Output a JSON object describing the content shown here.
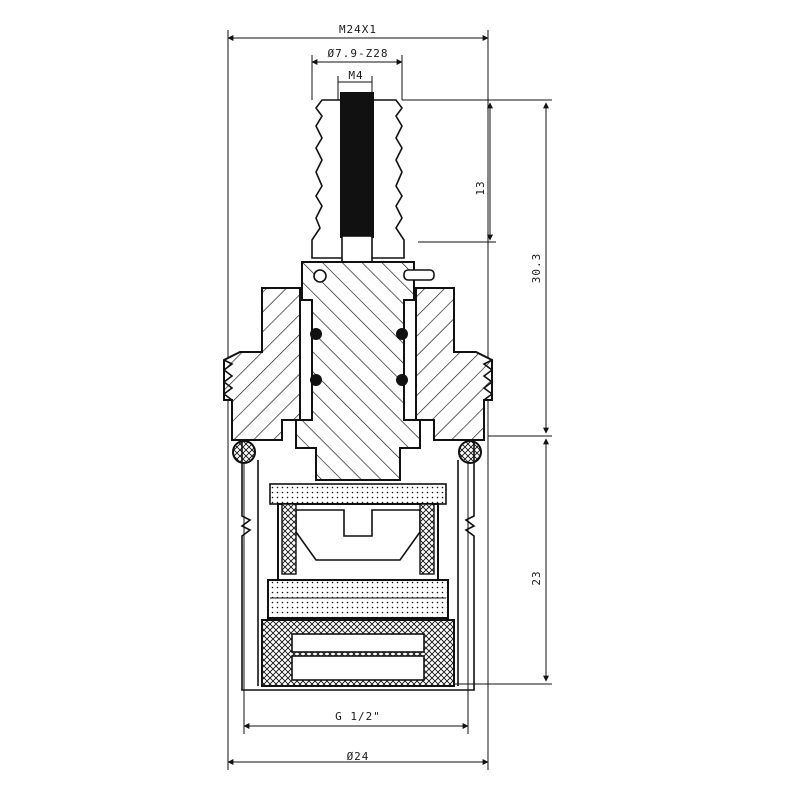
{
  "drawing": {
    "dimensions": {
      "top_thread": "M24X1",
      "spline": "Ø7.9-Z28",
      "spindle_bore": "M4",
      "stem_length": "13",
      "upper_height": "30.3",
      "lower_height": "23",
      "base_thread": "G 1/2\"",
      "outer_diameter": "Ø24"
    },
    "colors": {
      "line": "#111111",
      "background": "#ffffff",
      "hatch": "#111111"
    }
  }
}
